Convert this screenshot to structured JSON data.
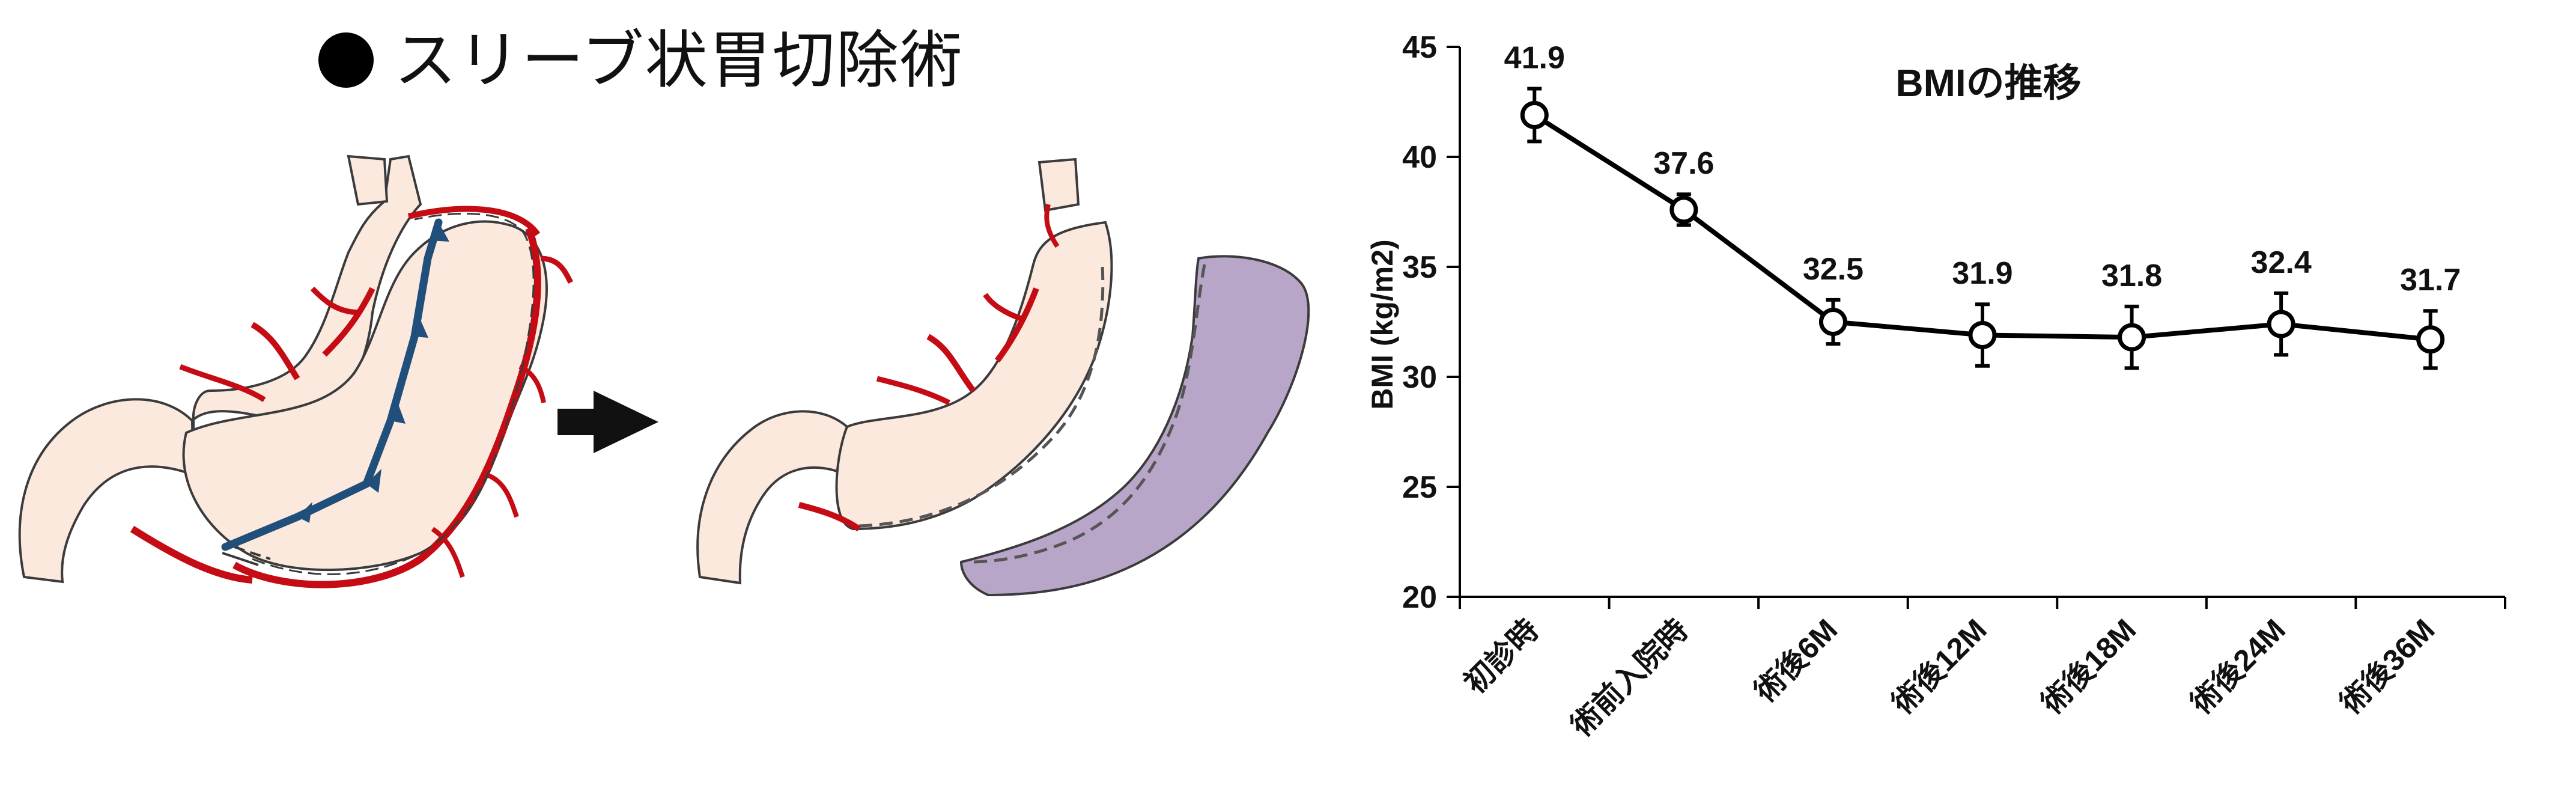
{
  "figure": {
    "left_title": "● スリーブ状胃切除術",
    "left_title_text": "スリーブ状胃切除術",
    "arrow_icon": "right-arrow-icon"
  },
  "colors": {
    "stomach_fill": "#fbe9de",
    "stomach_outline": "#3b3b3b",
    "vessel": "#c50c14",
    "route_arrow": "#1f4f7a",
    "resected_fill": "#b7a6c8",
    "dash": "#555555",
    "line": "#000000"
  },
  "chart_data": {
    "type": "line",
    "title": "BMIの推移",
    "xlabel": "",
    "ylabel": "BMI (kg/m2)",
    "categories": [
      "初診時",
      "術前入院時",
      "術後6M",
      "術後12M",
      "術後18M",
      "術後24M",
      "術後36M"
    ],
    "values": [
      41.9,
      37.6,
      32.5,
      31.9,
      31.8,
      32.4,
      31.7
    ],
    "data_labels": [
      "41.9",
      "37.6",
      "32.5",
      "31.9",
      "31.8",
      "32.4",
      "31.7"
    ],
    "error_bars": [
      1.2,
      0.7,
      1.0,
      1.4,
      1.4,
      1.4,
      1.3
    ],
    "ylim": [
      20,
      45
    ],
    "yticks": [
      20,
      25,
      30,
      35,
      40,
      45
    ],
    "grid": false,
    "legend": "none",
    "marker": "open-circle"
  }
}
